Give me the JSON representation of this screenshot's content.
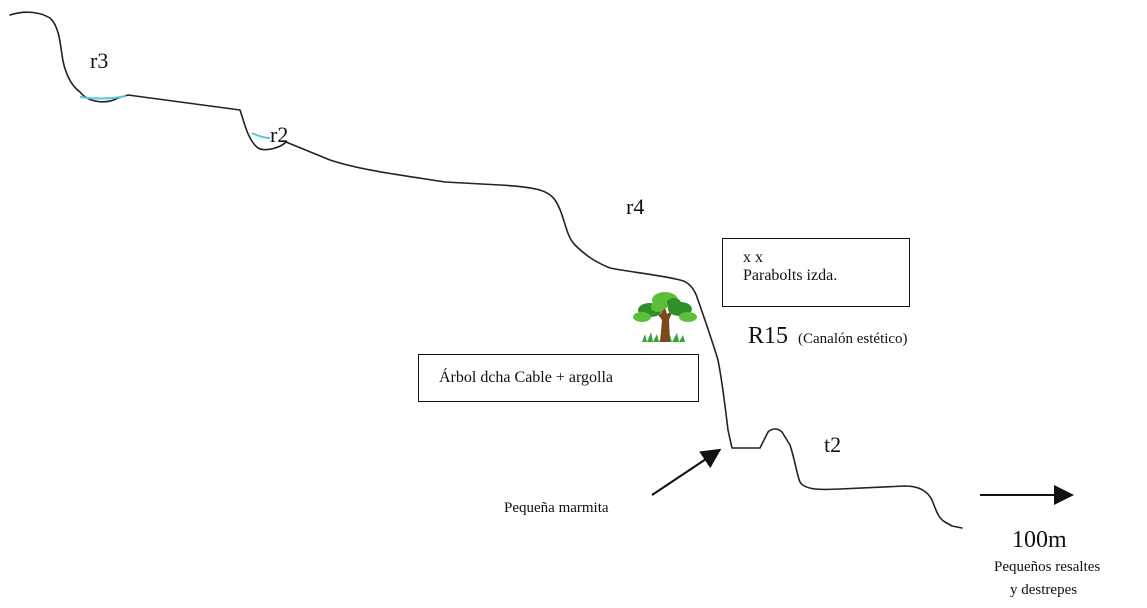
{
  "colors": {
    "profile": "#222222",
    "water": "#55c8e0",
    "box_border": "#111111",
    "tree_trunk": "#7a4a1c",
    "tree_leaves": "#2f8f2a",
    "tree_leaves_light": "#5cbf3a",
    "grass": "#3aa23a"
  },
  "labels": {
    "r3": "r3",
    "r2": "r2",
    "r4": "r4",
    "t2": "t2",
    "r15": "R15",
    "r15_note": "(Canalón estético)",
    "marmita": "Pequeña marmita",
    "distance": "100m",
    "resaltes_line1": "Pequeños resaltes",
    "resaltes_line2": "y destrepes"
  },
  "boxes": {
    "parabolts": {
      "line1": "x x",
      "line2": "Parabolts izda."
    },
    "arbol": {
      "line1": "Árbol dcha Cable + argolla"
    }
  },
  "icons": {
    "tree": "tree-icon",
    "arrow_marmita": "arrow-icon",
    "arrow_direction": "arrow-right-icon"
  }
}
